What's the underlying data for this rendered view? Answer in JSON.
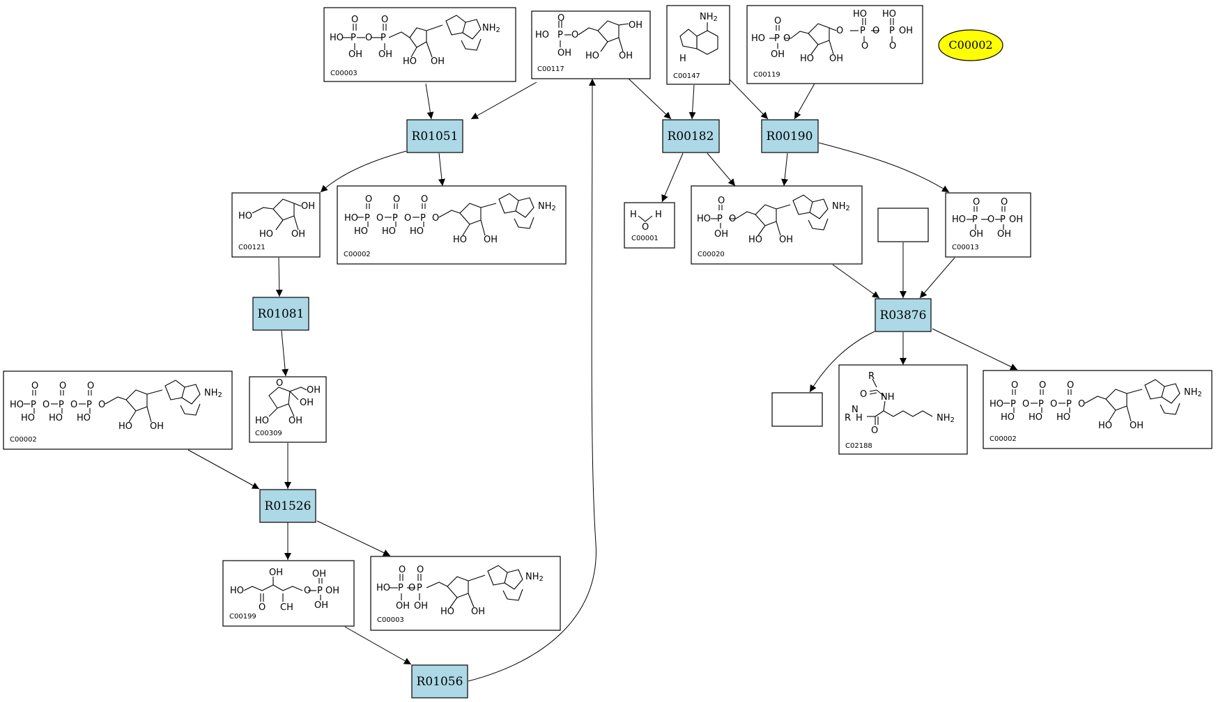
{
  "highlight": {
    "label": "C00002",
    "color": "#ffff00"
  },
  "colors": {
    "reaction_fill": "#add8e6",
    "compound_fill": "#ffffff",
    "highlight": "#ffff00"
  },
  "reactions": [
    {
      "id": "R01051",
      "label": "R01051"
    },
    {
      "id": "R01081",
      "label": "R01081"
    },
    {
      "id": "R01526",
      "label": "R01526"
    },
    {
      "id": "R01056",
      "label": "R01056"
    },
    {
      "id": "R00182",
      "label": "R00182"
    },
    {
      "id": "R00190",
      "label": "R00190"
    },
    {
      "id": "R03876",
      "label": "R03876"
    }
  ],
  "compounds": [
    {
      "id": "c1",
      "label": "C00003",
      "structure": "NAD"
    },
    {
      "id": "c2",
      "label": "C00117",
      "structure": "ribose-5-phosphate"
    },
    {
      "id": "c3",
      "label": "C00147",
      "structure": "adenine"
    },
    {
      "id": "c4",
      "label": "C00119",
      "structure": "PRPP"
    },
    {
      "id": "c5",
      "label": "C00121",
      "structure": "ribose"
    },
    {
      "id": "c6",
      "label": "C00002",
      "structure": "ATP"
    },
    {
      "id": "c7",
      "label": "C00001",
      "structure": "water"
    },
    {
      "id": "c8",
      "label": "C00020",
      "structure": "AMP"
    },
    {
      "id": "c9",
      "label": "",
      "structure": "empty"
    },
    {
      "id": "c10",
      "label": "C00013",
      "structure": "pyrophosphate"
    },
    {
      "id": "c11",
      "label": "C00309",
      "structure": "ribulose"
    },
    {
      "id": "c12",
      "label": "C00002",
      "structure": "ATP"
    },
    {
      "id": "c13",
      "label": "C00199",
      "structure": "ribulose-5-phosphate"
    },
    {
      "id": "c14",
      "label": "C00003",
      "structure": "NAD"
    },
    {
      "id": "c15",
      "label": "",
      "structure": "empty"
    },
    {
      "id": "c16",
      "label": "C02188",
      "structure": "lysine-derivative"
    },
    {
      "id": "c17",
      "label": "C00002",
      "structure": "ATP"
    }
  ],
  "atoms": {
    "HO": "HO",
    "OH": "OH",
    "P": "P",
    "O": "O",
    "NH2": "NH2",
    "N": "N",
    "H": "H",
    "R": "R",
    "NH": "NH",
    "CH": "CH",
    "HN": "H"
  },
  "edges": [
    {
      "from": "C00003",
      "to": "R01051"
    },
    {
      "from": "C00117",
      "to": "R01051"
    },
    {
      "from": "R01051",
      "to": "C00121"
    },
    {
      "from": "R01051",
      "to": "C00002"
    },
    {
      "from": "C00121",
      "to": "R01081"
    },
    {
      "from": "R01081",
      "to": "C00309"
    },
    {
      "from": "C00002",
      "to": "R01526"
    },
    {
      "from": "C00309",
      "to": "R01526"
    },
    {
      "from": "R01526",
      "to": "C00199"
    },
    {
      "from": "R01526",
      "to": "C00003"
    },
    {
      "from": "C00199",
      "to": "R01056"
    },
    {
      "from": "R01056",
      "to": "C00117"
    },
    {
      "from": "C00117",
      "to": "R00182"
    },
    {
      "from": "C00147",
      "to": "R00182"
    },
    {
      "from": "C00147",
      "to": "R00190"
    },
    {
      "from": "C00119",
      "to": "R00190"
    },
    {
      "from": "R00182",
      "to": "C00001"
    },
    {
      "from": "R00182",
      "to": "C00020"
    },
    {
      "from": "R00190",
      "to": "C00020"
    },
    {
      "from": "R00190",
      "to": "C00013"
    },
    {
      "from": "C00020",
      "to": "R03876"
    },
    {
      "from": "",
      "to": "R03876"
    },
    {
      "from": "C00013",
      "to": "R03876"
    },
    {
      "from": "R03876",
      "to": ""
    },
    {
      "from": "R03876",
      "to": "C02188"
    },
    {
      "from": "R03876",
      "to": "C00002"
    }
  ]
}
